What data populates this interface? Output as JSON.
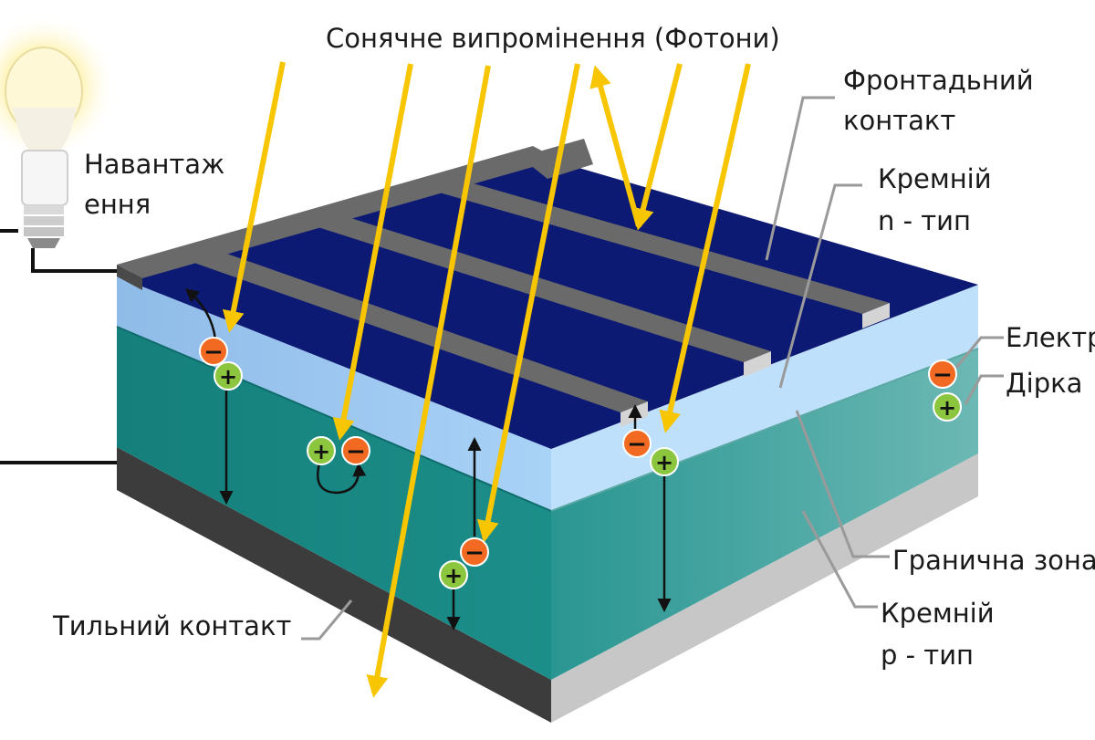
{
  "labels": {
    "radiation": "Сонячне випромінення (Фотони)",
    "load_line1": "Навантаж",
    "load_line2": "ення",
    "front_contact_line1": "Фронтадьний",
    "front_contact_line2": "контакт",
    "silicon_n_line1": "Кремній",
    "silicon_n_line2": "n - тип",
    "electron": "Електр",
    "hole": "Дірка",
    "junction": "Гранична зона",
    "silicon_p_line1": "Кремній",
    "silicon_p_line2": "p - тип",
    "back_contact": "Тильний контакт"
  },
  "symbols": {
    "minus": "−",
    "plus": "+"
  },
  "colors": {
    "front_contact": "#7a7a7a",
    "front_contact_top": "#5a5a5a",
    "n_layer_top": "#0d1a73",
    "n_layer_side": "#a6cdf5",
    "p_layer_side": "#1a8a86",
    "back_contact": "#3c3c3c",
    "photon_arrow": "#f7c600",
    "electron": "#f26a21",
    "hole": "#8cc63f",
    "bulb_glow": "#fff1a8"
  }
}
